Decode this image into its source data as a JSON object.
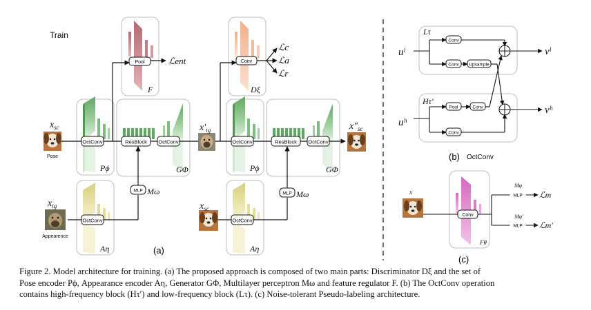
{
  "title": "Train",
  "panel_a_label": "(a)",
  "panel_b_label": "(b)",
  "panel_b_title": "OctConv",
  "panel_c_label": "(c)",
  "blocks": {
    "octconv": "OctConv",
    "resblock": "ResBlock",
    "pool": "Pool",
    "conv": "Conv",
    "upsample": "Upsample",
    "mlp": "MLP"
  },
  "inputs": {
    "pose_label": "Pose",
    "appearance_label": "Appearence"
  },
  "math": {
    "x_sc": "x",
    "x_sc_sub": "sc",
    "x_tg": "x",
    "x_tg_sub": "tg",
    "x_tg_prime": "x′",
    "x_sc_dprime": "x″",
    "P_phi": "Pϕ",
    "A_eta": "Aη",
    "G_Phi": "GΦ",
    "F": "F",
    "D_xi": "Dξ",
    "M_omega": "Mω",
    "L_ent": "ℒent",
    "L_c": "ℒc",
    "L_a": "ℒa",
    "L_r": "ℒr",
    "u_l": "uˡ",
    "u_h": "uʰ",
    "v_l": "vˡ",
    "v_h": "vʰ",
    "L_tau": "Lτ",
    "H_tau": "Hτ′",
    "x": "x",
    "F_theta": "Fθ",
    "M_phi": "Mφ",
    "M_phi_prime": "Mφ′",
    "L_m": "ℒm",
    "L_m_prime": "ℒm′"
  },
  "caption": [
    "Figure 2. Model architecture for training. (a) The proposed approach is composed of two main parts: Discriminator Dξ and the set of",
    "Pose encoder Pϕ, Appearance encoder Aη, Generator GΦ, Multilayer perceptron Mω and feature regulator F. (b) The OctConv operation",
    "contains high-frequency block (Hτ′) and low-frequency block (Lτ). (c) Noise-tolerant Pseudo-labeling architecture."
  ],
  "colors": {
    "green": "#8cc88c",
    "green_dark": "#5aa05a",
    "yellow": "#ece6a8",
    "red": "#c9848a",
    "orange": "#f5c6a8",
    "pink": "#e68fd2",
    "box_border": "#b9b9b9"
  }
}
